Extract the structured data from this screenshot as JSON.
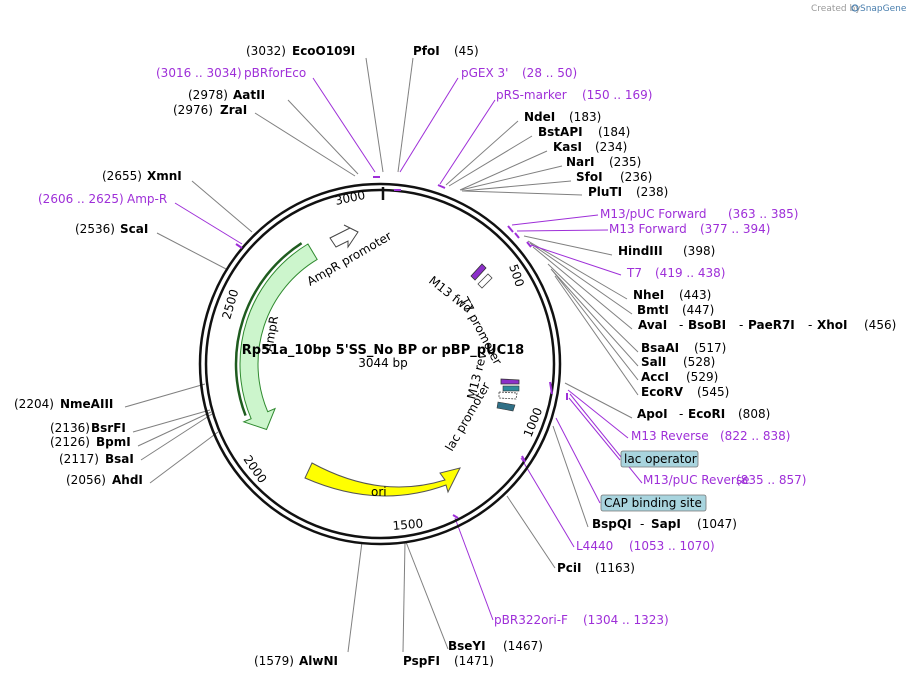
{
  "credit": {
    "prefix": "Created by",
    "brand": "SnapGene"
  },
  "plasmid": {
    "name": "Rp51a_10bp 5'SS_No BP or pBP_pUC18",
    "size": "3044 bp"
  },
  "ticks": [
    "500",
    "1000",
    "1500",
    "2000",
    "2500",
    "3000"
  ],
  "features": [
    {
      "name": "AmpR",
      "color": "#ccf5cc"
    },
    {
      "name": "AmpR promoter",
      "color": "#ffffff"
    },
    {
      "name": "ori",
      "color": "#ffff00"
    },
    {
      "name": "M13 fwd",
      "color": "#8b2fc9"
    },
    {
      "name": "T7 promoter",
      "color": "#ffffff"
    },
    {
      "name": "M13 rev",
      "color": "#8b2fc9"
    },
    {
      "name": "lac promoter",
      "color": "#ffffff"
    },
    {
      "name": "lac operator",
      "color": "#2f8a9c"
    },
    {
      "name": "CAP binding site",
      "color": "#2f8a9c"
    }
  ],
  "labels": [
    {
      "id": "l0",
      "lines": [
        {
          "t": "(3032)"
        },
        {
          "t": "EcoO109I",
          "b": 1
        }
      ]
    },
    {
      "id": "l1",
      "lines": [
        {
          "t": "PfoI",
          "b": 1
        },
        {
          "t": "(45)"
        }
      ]
    },
    {
      "id": "l2",
      "p": 1,
      "lines": [
        {
          "t": "(3016 .. 3034)"
        },
        {
          "t": "pBRforEco"
        }
      ]
    },
    {
      "id": "l3",
      "p": 1,
      "lines": [
        {
          "t": "pGEX 3'"
        },
        {
          "t": "(28 .. 50)"
        }
      ]
    },
    {
      "id": "l4",
      "p": 1,
      "lines": [
        {
          "t": "pRS-marker"
        },
        {
          "t": "(150 .. 169)"
        }
      ]
    },
    {
      "id": "l5",
      "lines": [
        {
          "t": "(2978)"
        },
        {
          "t": "AatII",
          "b": 1
        }
      ]
    },
    {
      "id": "l6",
      "lines": [
        {
          "t": "(2976)"
        },
        {
          "t": "ZraI",
          "b": 1
        }
      ]
    },
    {
      "id": "l7",
      "lines": [
        {
          "t": "NdeI",
          "b": 1
        },
        {
          "t": "(183)"
        }
      ]
    },
    {
      "id": "l8",
      "lines": [
        {
          "t": "BstAPI",
          "b": 1
        },
        {
          "t": "(184)"
        }
      ]
    },
    {
      "id": "l9",
      "lines": [
        {
          "t": "KasI",
          "b": 1
        },
        {
          "t": "(234)"
        }
      ]
    },
    {
      "id": "l10",
      "lines": [
        {
          "t": "NarI",
          "b": 1
        },
        {
          "t": "(235)"
        }
      ]
    },
    {
      "id": "l11",
      "lines": [
        {
          "t": "SfoI",
          "b": 1
        },
        {
          "t": "(236)"
        }
      ]
    },
    {
      "id": "l12",
      "lines": [
        {
          "t": "PluTI",
          "b": 1
        },
        {
          "t": "(238)"
        }
      ]
    },
    {
      "id": "l13",
      "lines": [
        {
          "t": "(2655)"
        },
        {
          "t": "XmnI",
          "b": 1
        }
      ]
    },
    {
      "id": "l14",
      "p": 1,
      "lines": [
        {
          "t": "(2606 .. 2625)"
        },
        {
          "t": "Amp-R"
        }
      ]
    },
    {
      "id": "l15",
      "lines": [
        {
          "t": "(2536)"
        },
        {
          "t": "ScaI",
          "b": 1
        }
      ]
    },
    {
      "id": "l16",
      "p": 1,
      "lines": [
        {
          "t": "M13/pUC Forward"
        },
        {
          "t": "(363 .. 385)"
        }
      ]
    },
    {
      "id": "l17",
      "p": 1,
      "lines": [
        {
          "t": "M13 Forward"
        },
        {
          "t": "(377 .. 394)"
        }
      ]
    },
    {
      "id": "l18",
      "lines": [
        {
          "t": "HindIII",
          "b": 1
        },
        {
          "t": "(398)"
        }
      ]
    },
    {
      "id": "l19",
      "p": 1,
      "lines": [
        {
          "t": "T7"
        },
        {
          "t": "(419 .. 438)"
        }
      ]
    },
    {
      "id": "l20",
      "lines": [
        {
          "t": "NheI",
          "b": 1
        },
        {
          "t": "(443)"
        }
      ]
    },
    {
      "id": "l21",
      "lines": [
        {
          "t": "BmtI",
          "b": 1
        },
        {
          "t": "(447)"
        }
      ]
    },
    {
      "id": "l22",
      "lines": [
        {
          "t": "AvaI",
          "b": 1
        },
        {
          "t": "-"
        },
        {
          "t": "BsoBI",
          "b": 1
        },
        {
          "t": "-"
        },
        {
          "t": "PaeR7I",
          "b": 1
        },
        {
          "t": "-"
        },
        {
          "t": "XhoI",
          "b": 1
        },
        {
          "t": "(456)"
        }
      ]
    },
    {
      "id": "l23",
      "lines": [
        {
          "t": "BsaAI",
          "b": 1
        },
        {
          "t": "(517)"
        }
      ]
    },
    {
      "id": "l24",
      "lines": [
        {
          "t": "SalI",
          "b": 1
        },
        {
          "t": "(528)"
        }
      ]
    },
    {
      "id": "l25",
      "lines": [
        {
          "t": "AccI",
          "b": 1
        },
        {
          "t": "(529)"
        }
      ]
    },
    {
      "id": "l26",
      "lines": [
        {
          "t": "EcoRV",
          "b": 1
        },
        {
          "t": "(545)"
        }
      ]
    },
    {
      "id": "l27",
      "lines": [
        {
          "t": "(2204)"
        },
        {
          "t": "NmeAIII",
          "b": 1
        }
      ]
    },
    {
      "id": "l28",
      "lines": [
        {
          "t": "ApoI",
          "b": 1
        },
        {
          "t": "-"
        },
        {
          "t": "EcoRI",
          "b": 1
        },
        {
          "t": "(808)"
        }
      ]
    },
    {
      "id": "l29",
      "lines": [
        {
          "t": "(2136)"
        },
        {
          "t": "BsrFI",
          "b": 1
        }
      ]
    },
    {
      "id": "l30",
      "lines": [
        {
          "t": "(2126)"
        },
        {
          "t": "BpmI",
          "b": 1
        }
      ]
    },
    {
      "id": "l31",
      "lines": [
        {
          "t": "(2117)"
        },
        {
          "t": "BsaI",
          "b": 1
        }
      ]
    },
    {
      "id": "l32",
      "p": 1,
      "lines": [
        {
          "t": "M13 Reverse"
        },
        {
          "t": "(822 .. 838)"
        }
      ]
    },
    {
      "id": "l33",
      "lines": [
        {
          "t": "(2056)"
        },
        {
          "t": "AhdI",
          "b": 1
        }
      ]
    },
    {
      "id": "l34",
      "p": 1,
      "lines": [
        {
          "t": "M13/pUC Reverse"
        },
        {
          "t": "(835 .. 857)"
        }
      ]
    },
    {
      "id": "l35",
      "lines": [
        {
          "t": "BspQI",
          "b": 1
        },
        {
          "t": "-"
        },
        {
          "t": "SapI",
          "b": 1
        },
        {
          "t": "(1047)"
        }
      ]
    },
    {
      "id": "l36",
      "p": 1,
      "lines": [
        {
          "t": "L4440"
        },
        {
          "t": "(1053 .. 1070)"
        }
      ]
    },
    {
      "id": "l37",
      "lines": [
        {
          "t": "PciI",
          "b": 1
        },
        {
          "t": "(1163)"
        }
      ]
    },
    {
      "id": "l38",
      "p": 1,
      "lines": [
        {
          "t": "pBR322ori-F"
        },
        {
          "t": "(1304 .. 1323)"
        }
      ]
    },
    {
      "id": "l39",
      "lines": [
        {
          "t": "BseYI",
          "b": 1
        },
        {
          "t": "(1467)"
        }
      ]
    },
    {
      "id": "l40",
      "lines": [
        {
          "t": "(1579)"
        },
        {
          "t": "AlwNI",
          "b": 1
        }
      ]
    },
    {
      "id": "l41",
      "lines": [
        {
          "t": "PspFI",
          "b": 1
        },
        {
          "t": "(1471)"
        }
      ]
    }
  ],
  "boxed_features": [
    {
      "id": "b0",
      "text": "lac operator",
      "bg": "#a8d4de"
    },
    {
      "id": "b1",
      "text": "CAP binding site",
      "bg": "#a8d4de"
    }
  ]
}
